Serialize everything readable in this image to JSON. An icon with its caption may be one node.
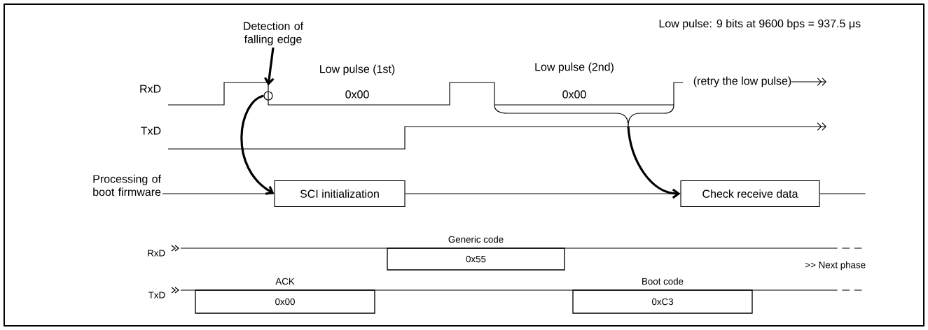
{
  "diagram": {
    "nodes": [
      {
        "text": [
          "Detection of falling edge"
        ]
      },
      {
        "text": [],
        "shape": "circle"
      },
      {
        "text": [],
        "shape": "brace"
      },
      {
        "text": [
          "SCI initialization"
        ]
      },
      {
        "text": [
          "Check receive data"
        ]
      },
      {
        "text": [
          "Generic code",
          "0x55"
        ]
      },
      {
        "text": [
          "ACK",
          "0x00"
        ]
      },
      {
        "text": [
          "Boot code",
          "0xC3"
        ]
      },
      {
        "text": [
          "Processing of boot firmware"
        ]
      }
    ],
    "edges": [
      {
        "from": 0,
        "to": 1,
        "arrow": "to",
        "style": "thick"
      },
      {
        "from": 1,
        "to": 3,
        "arrow": "to",
        "style": "thick"
      },
      {
        "from": 2,
        "to": 4,
        "arrow": "to",
        "style": "thick"
      },
      {
        "from": 3,
        "to": 4,
        "arrow": "none"
      },
      {
        "from": 8,
        "to": 3,
        "arrow": "none"
      },
      {
        "from": 4,
        "to": null,
        "arrow": "none"
      }
    ],
    "labels": [
      "Low pulse: 9 bits at 9600 bps = 937.5 μs",
      "RxD",
      "Low pulse (1st)",
      "Low pulse (2nd)",
      "0x00",
      "0x00",
      "(retry the low pulse)",
      "TxD",
      "RxD",
      ">> Next phase",
      "TxD"
    ]
  }
}
